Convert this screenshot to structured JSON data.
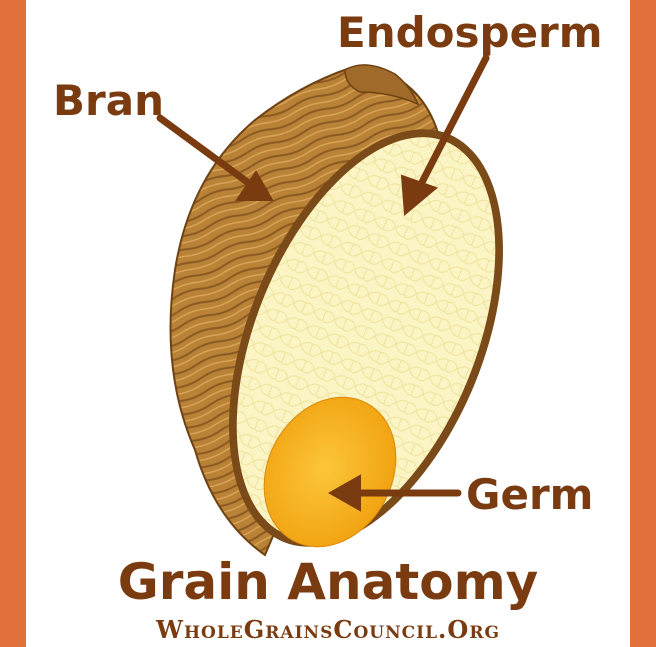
{
  "labels": {
    "endosperm": "Endosperm",
    "bran": "Bran",
    "germ": "Germ"
  },
  "title": "Grain Anatomy",
  "website": "WholeGrainsCouncil.Org",
  "colors": {
    "frame": "#e2703a",
    "text": "#7a3b10",
    "bran": "#b98236",
    "bran_dark": "#8a5a22",
    "endosperm": "#fbf4c4",
    "germ": "#f7b21b"
  }
}
